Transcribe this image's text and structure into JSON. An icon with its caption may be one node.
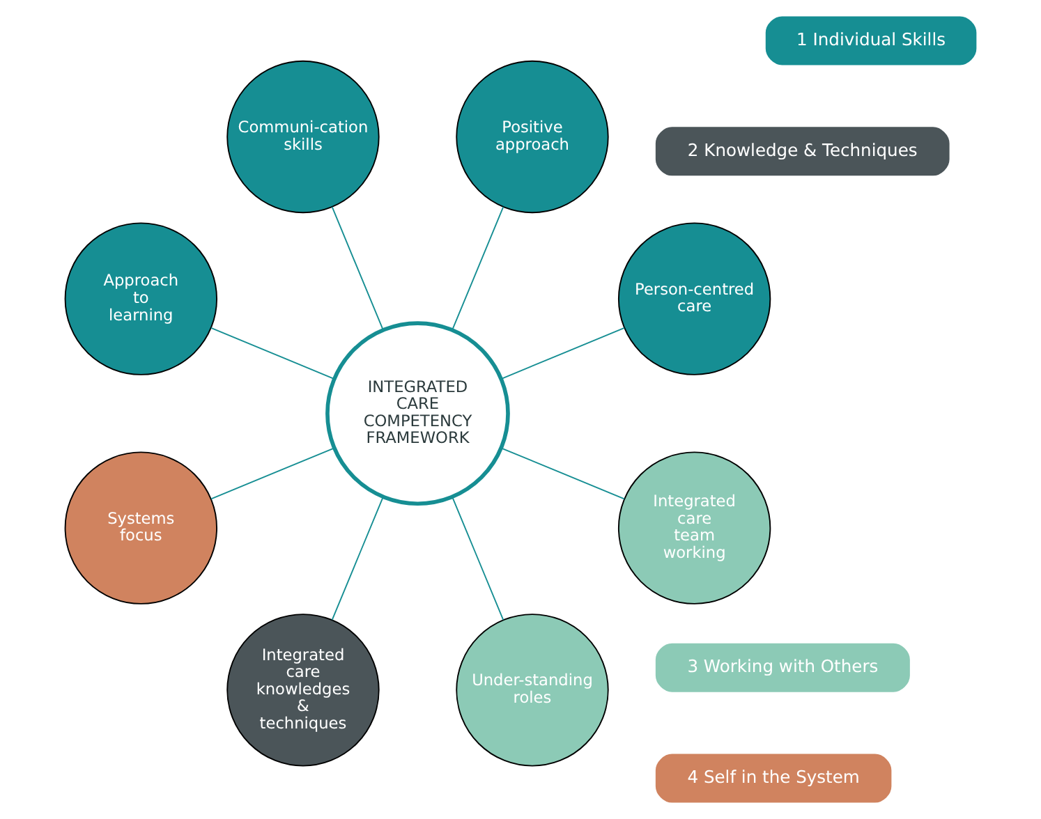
{
  "diagram": {
    "nodes": [
      {
        "text": [
          "1 Individual Skills"
        ]
      },
      {
        "text": [
          "2 Knowledge & Techniques"
        ]
      },
      {
        "text": [
          "3 Working with Others"
        ]
      },
      {
        "text": [
          "4 Self in the System"
        ]
      },
      {
        "text": [
          "INTEGRATED CARE COMPETENCY FRAMEWORK"
        ]
      },
      {
        "text": [
          "Person-centred care"
        ]
      },
      {
        "text": [
          "Positive approach"
        ]
      },
      {
        "text": [
          "Communi-cation skills"
        ]
      },
      {
        "text": [
          "Approach to learning"
        ]
      },
      {
        "text": [
          "Systems focus"
        ]
      },
      {
        "text": [
          "Integrated care knowledges & techniques"
        ]
      },
      {
        "text": [
          "Under-standing roles"
        ]
      },
      {
        "text": [
          "Integrated care team working"
        ]
      }
    ],
    "edges": [
      {
        "from": 4,
        "to": 5,
        "arrow": "none"
      },
      {
        "from": 4,
        "to": 6,
        "arrow": "none"
      },
      {
        "from": 4,
        "to": 8,
        "arrow": "none"
      },
      {
        "from": 4,
        "to": 10,
        "arrow": "none"
      },
      {
        "from": 4,
        "to": 12,
        "arrow": "none"
      },
      {
        "from": 4,
        "to": 11,
        "arrow": "none"
      },
      {
        "from": 4,
        "to": 9,
        "arrow": "none"
      },
      {
        "from": 4,
        "to": 7,
        "arrow": "none"
      }
    ]
  }
}
